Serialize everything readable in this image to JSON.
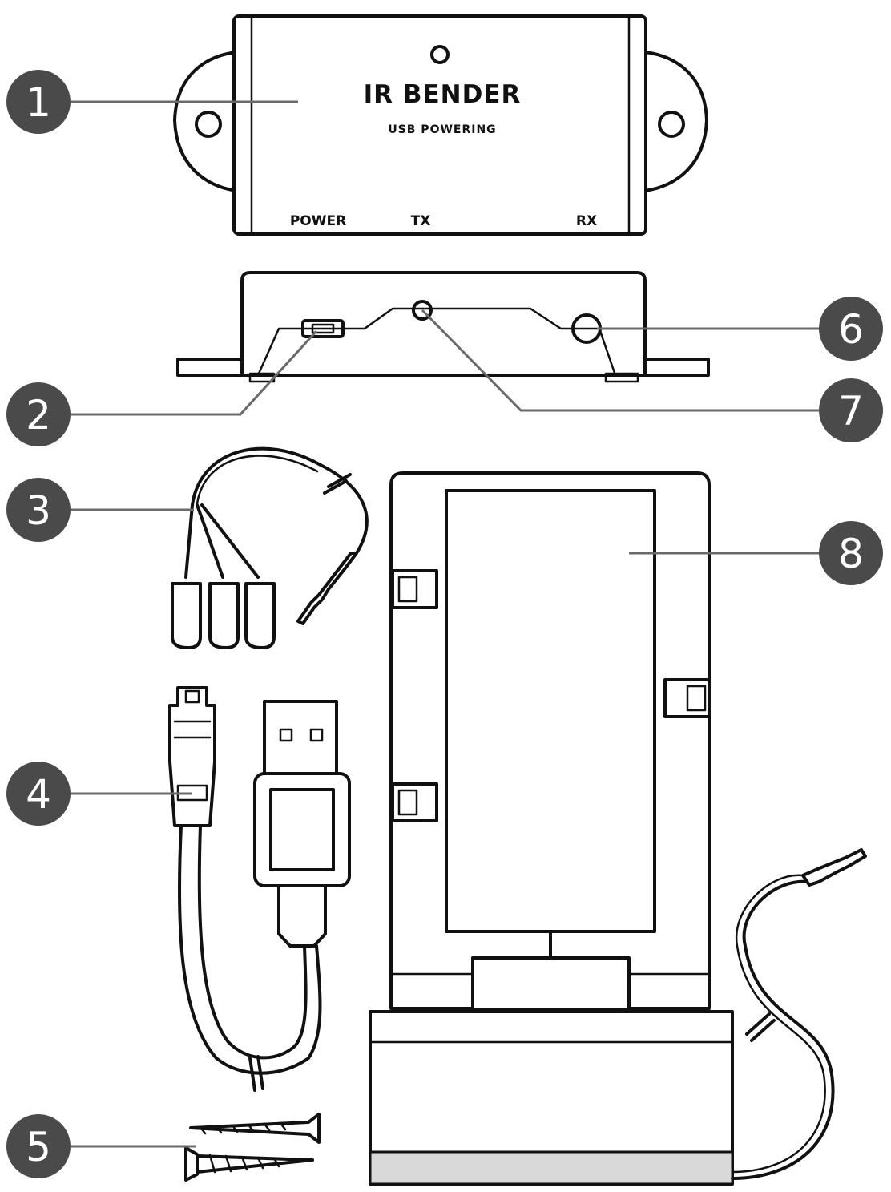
{
  "device": {
    "title": "IR BENDER",
    "subtitle": "USB POWERING",
    "ports": {
      "power": "POWER",
      "tx": "TX",
      "rx": "RX"
    }
  },
  "callouts": [
    {
      "number": "1"
    },
    {
      "number": "2"
    },
    {
      "number": "3"
    },
    {
      "number": "4"
    },
    {
      "number": "5"
    },
    {
      "number": "6"
    },
    {
      "number": "7"
    },
    {
      "number": "8"
    }
  ],
  "colors": {
    "callout": "#4a4a4a",
    "ink": "#111111",
    "leader": "#6a6a6a"
  }
}
